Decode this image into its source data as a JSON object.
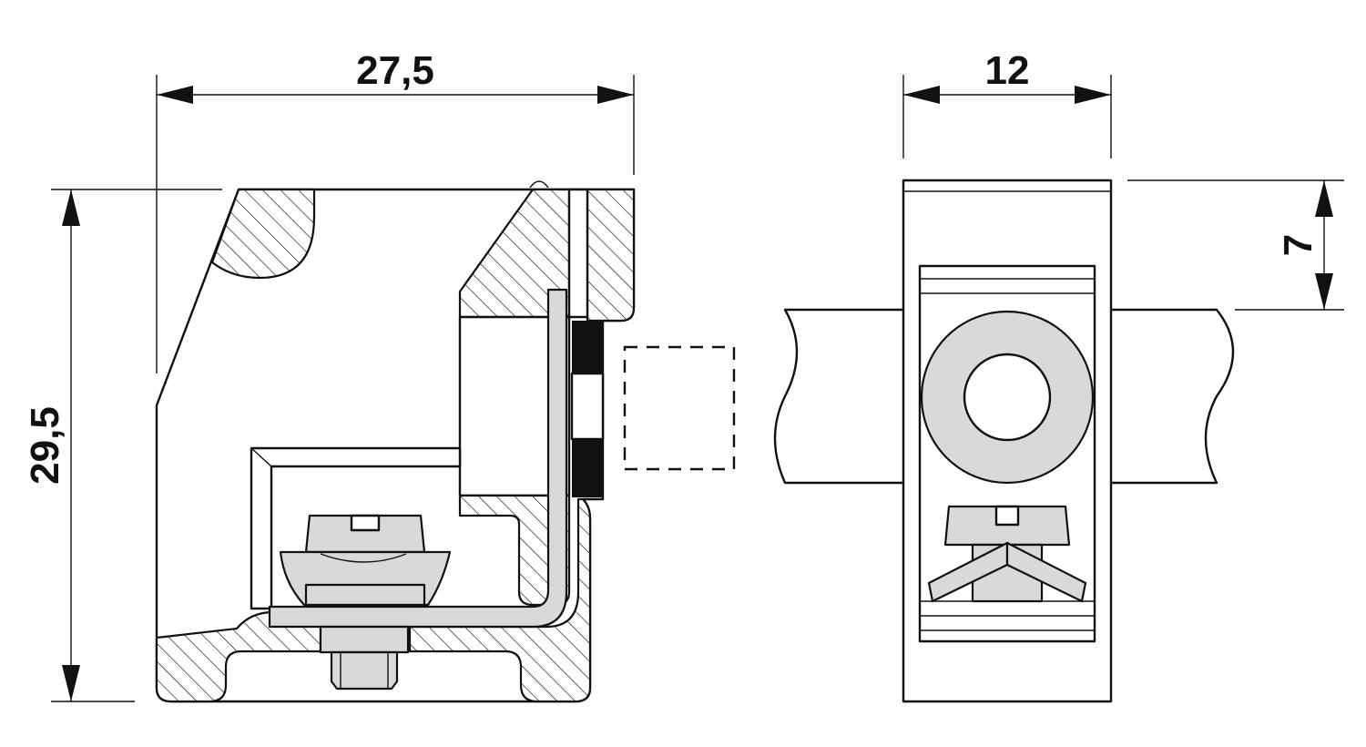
{
  "dimensions": {
    "width_left": "27,5",
    "height_left": "29,5",
    "width_right": "12",
    "offset_right": "7"
  },
  "colors": {
    "line": "#111111",
    "part_fill": "#d9d9d9",
    "background": "#ffffff"
  }
}
